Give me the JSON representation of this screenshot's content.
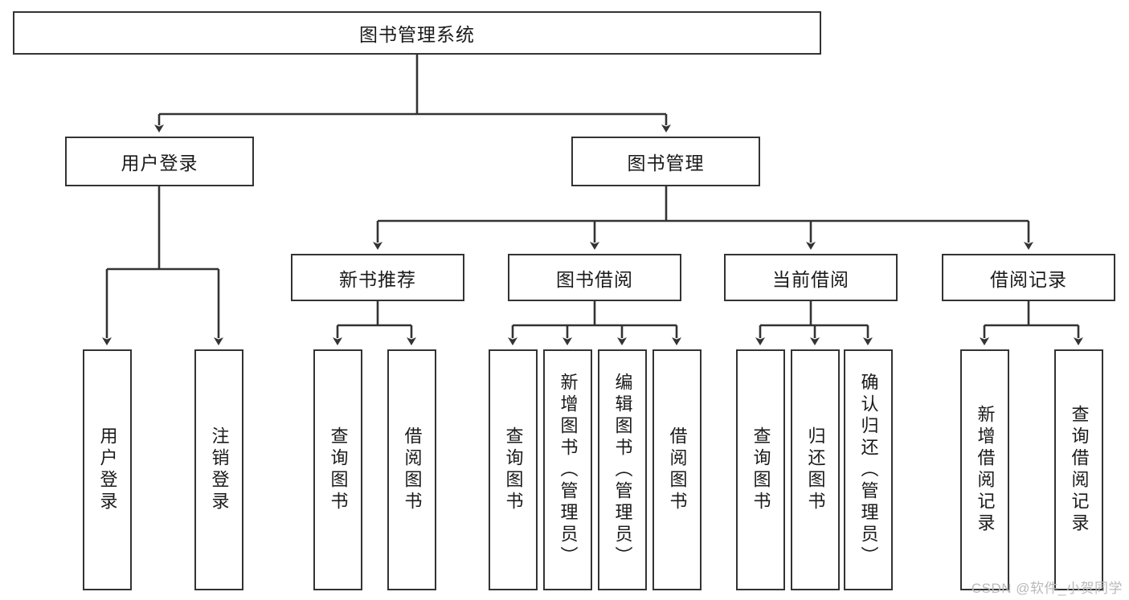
{
  "diagram": {
    "type": "tree",
    "title": "图书管理系统",
    "watermark": "CSDN @软件_小贺同学",
    "colors": {
      "box_border": "#333333",
      "box_fill": "#ffffff",
      "edge": "#333333",
      "text": "#1a1a1a",
      "watermark": "#b9b9b9",
      "background": "#ffffff"
    },
    "nodes": {
      "root": {
        "label": "图书管理系统"
      },
      "level2": [
        {
          "id": "user_login",
          "label": "用户登录"
        },
        {
          "id": "book_manage",
          "label": "图书管理"
        }
      ],
      "level3": [
        {
          "id": "new_book_rec",
          "label": "新书推荐"
        },
        {
          "id": "book_borrow",
          "label": "图书借阅"
        },
        {
          "id": "current_borrow",
          "label": "当前借阅"
        },
        {
          "id": "borrow_record",
          "label": "借阅记录"
        }
      ],
      "leaves": {
        "user_login": [
          {
            "id": "leaf_user_login",
            "label": "用户登录"
          },
          {
            "id": "leaf_logout",
            "label": "注销登录"
          }
        ],
        "new_book_rec": [
          {
            "id": "leaf_query_book_1",
            "label": "查询图书"
          },
          {
            "id": "leaf_borrow_book_1",
            "label": "借阅图书"
          }
        ],
        "book_borrow": [
          {
            "id": "leaf_query_book_2",
            "label": "查询图书"
          },
          {
            "id": "leaf_add_book",
            "label": "新增图书（管理员）"
          },
          {
            "id": "leaf_edit_book",
            "label": "编辑图书（管理员）"
          },
          {
            "id": "leaf_borrow_book_2",
            "label": "借阅图书"
          }
        ],
        "current_borrow": [
          {
            "id": "leaf_query_book_3",
            "label": "查询图书"
          },
          {
            "id": "leaf_return_book",
            "label": "归还图书"
          },
          {
            "id": "leaf_confirm_return",
            "label": "确认归还（管理员）"
          }
        ],
        "borrow_record": [
          {
            "id": "leaf_add_record",
            "label": "新增借阅记录"
          },
          {
            "id": "leaf_query_record",
            "label": "查询借阅记录"
          }
        ]
      }
    }
  }
}
